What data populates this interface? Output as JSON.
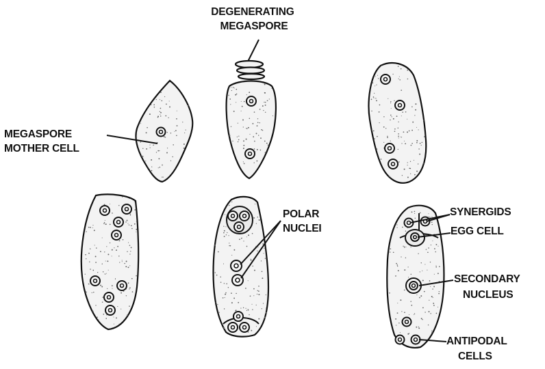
{
  "labels": {
    "degenerating_line1": "DEGENERATING",
    "degenerating_line2": "MEGASPORE",
    "mmc_line1": "MEGASPORE",
    "mmc_line2": "MOTHER CELL",
    "polar_line1": "POLAR",
    "polar_line2": "NUCLEI",
    "synergids": "SYNERGIDS",
    "egg_cell": "EGG CELL",
    "secondary_line1": "SECONDARY",
    "secondary_line2": "NUCLEUS",
    "antipodal_line1": "ANTIPODAL",
    "antipodal_line2": "CELLS"
  },
  "colors": {
    "ink": "#111111",
    "cell_fill": "#f3f3f3",
    "background": "#ffffff"
  }
}
